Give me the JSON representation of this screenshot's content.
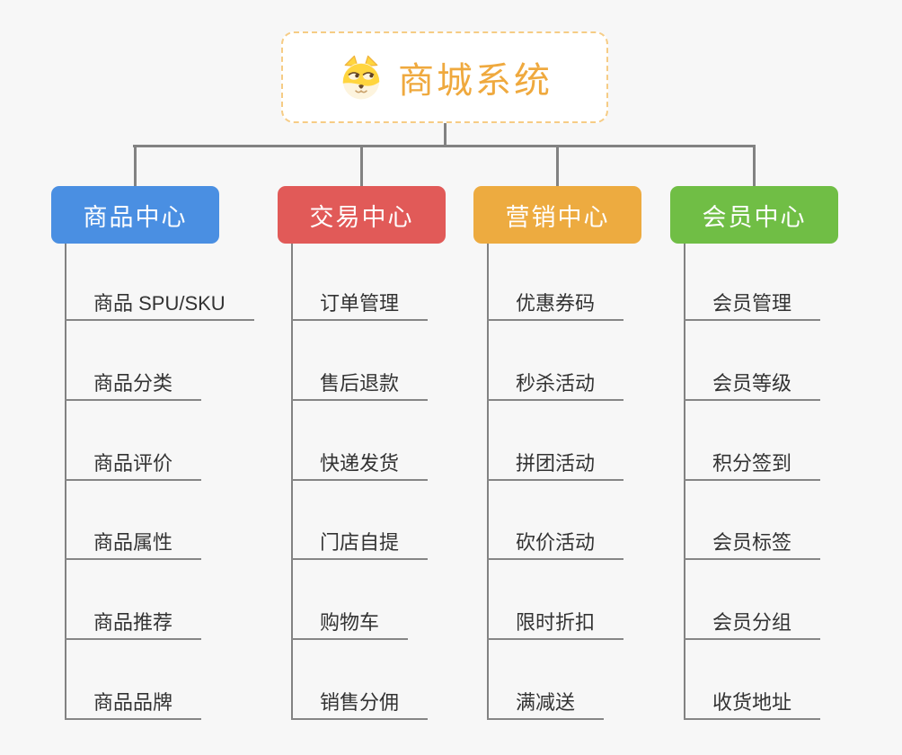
{
  "root": {
    "title": "商城系统",
    "icon": "dog-face-icon"
  },
  "branches": [
    {
      "label": "商品中心",
      "color": "#4A8FE2",
      "children": [
        "商品 SPU/SKU",
        "商品分类",
        "商品评价",
        "商品属性",
        "商品推荐",
        "商品品牌"
      ]
    },
    {
      "label": "交易中心",
      "color": "#E15A58",
      "children": [
        "订单管理",
        "售后退款",
        "快递发货",
        "门店自提",
        "购物车",
        "销售分佣"
      ]
    },
    {
      "label": "营销中心",
      "color": "#EDAB40",
      "children": [
        "优惠券码",
        "秒杀活动",
        "拼团活动",
        "砍价活动",
        "限时折扣",
        "满减送"
      ]
    },
    {
      "label": "会员中心",
      "color": "#70BE45",
      "children": [
        "会员管理",
        "会员等级",
        "积分签到",
        "会员标签",
        "会员分组",
        "收货地址"
      ]
    }
  ],
  "colors": {
    "background": "#F7F7F7",
    "connector": "#828282",
    "underline": "#868686",
    "child_text": "#333333",
    "root_text": "#EFA93E",
    "root_border": "#F6CC85"
  }
}
